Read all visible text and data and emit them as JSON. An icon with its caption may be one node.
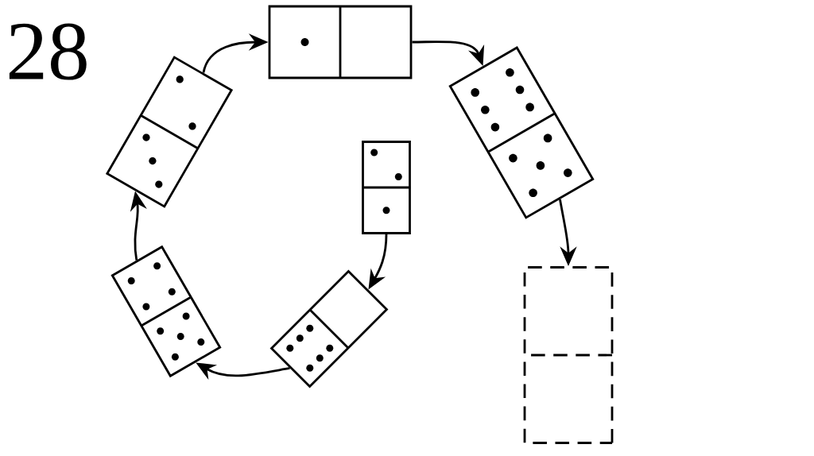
{
  "diagram": {
    "nodes": [
      {
        "text": [],
        "shape": "domino"
      },
      {
        "text": [],
        "shape": "domino"
      },
      {
        "text": [],
        "shape": "domino"
      },
      {
        "text": [],
        "shape": "domino"
      },
      {
        "text": [],
        "shape": "domino"
      },
      {
        "text": [],
        "shape": "domino"
      },
      {
        "text": [],
        "shape": "domino"
      }
    ],
    "edges": [
      {
        "from": 6,
        "to": 0,
        "arrow": "to"
      },
      {
        "from": 0,
        "to": 1,
        "arrow": "to"
      },
      {
        "from": 1,
        "to": 2,
        "arrow": "to"
      },
      {
        "from": 3,
        "to": 4,
        "arrow": "to"
      },
      {
        "from": 4,
        "to": 5,
        "arrow": "to"
      },
      {
        "from": 5,
        "to": 6,
        "arrow": "to"
      }
    ],
    "labels": [
      "28"
    ]
  }
}
